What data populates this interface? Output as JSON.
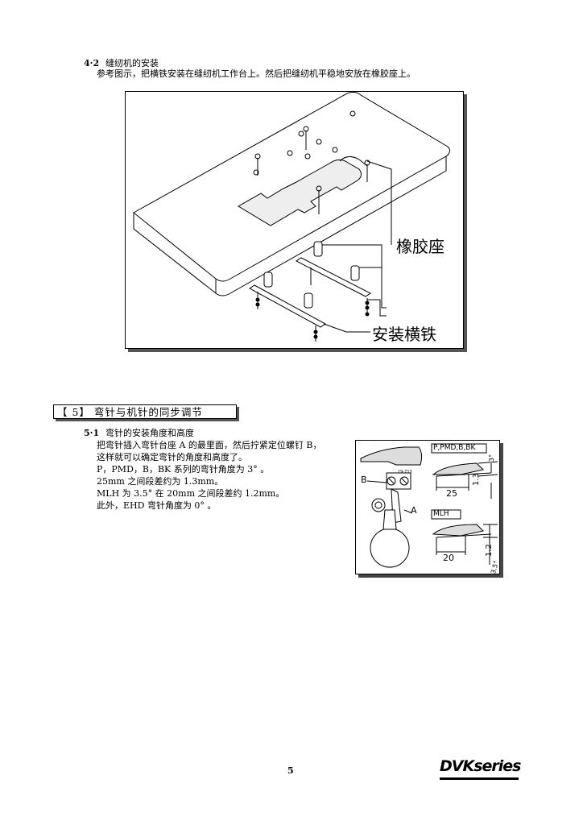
{
  "section42": {
    "number": "4·2",
    "title": "缝纫机的安装",
    "text": "参考图示，把横铁安装在缝纫机工作台上。然后把缝纫机平稳地安放在橡胶座上。"
  },
  "figure1": {
    "label_rubber": "橡胶座",
    "label_bar": "安装横铁"
  },
  "section5": {
    "title": "【 5】 弯针与机针的同步调节"
  },
  "section51": {
    "number": "5·1",
    "title": "弯针的安装角度和高度",
    "lines": [
      "把弯针插入弯针台座 A 的最里面，然后拧紧定位螺钉 B，",
      "这样就可以确定弯针的角度和高度了。",
      "P，PMD，B，BK 系列的弯针角度为 3°  。",
      "25mm 之间段差约为 1.3mm。",
      "MLH 为 3.5°  在 20mm 之间段差约 1.2mm。",
      "此外，EHD 弯针角度为 0°  。"
    ]
  },
  "figure2": {
    "label_b": "B",
    "label_a": "A",
    "part_code": "19-713",
    "box1_title": "P,PMD,B,BK",
    "box1_dim": "25",
    "box1_height": "1.3",
    "box1_angle": "3°",
    "box2_title": "MLH",
    "box2_dim": "20",
    "box2_height": "1.2",
    "box2_angle": "3.5°"
  },
  "footer": {
    "page": "5",
    "brand": "DVKseries"
  }
}
